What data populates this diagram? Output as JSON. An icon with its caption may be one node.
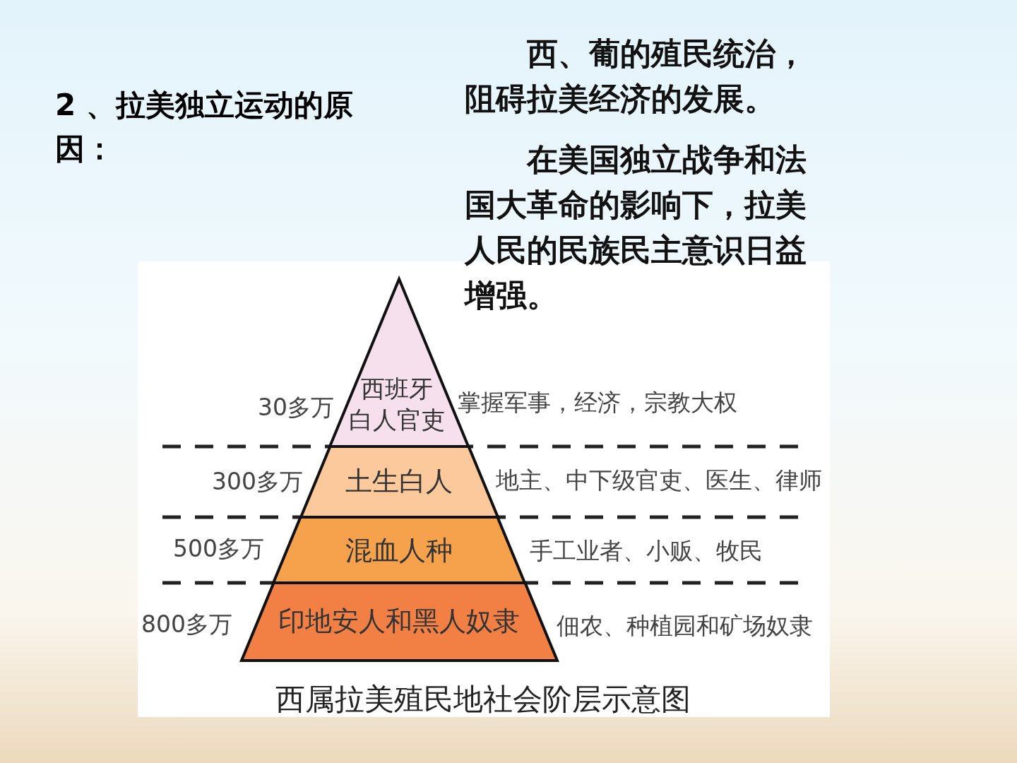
{
  "diagram": {
    "title": "2 、拉美独立运动的原因：",
    "caption": "西属拉美殖民地社会阶层示意图",
    "nodes": [
      {
        "text": [
          "西班牙白人官吏"
        ],
        "beside": [
          "30多万",
          "掌握军事，经济，宗教大权"
        ]
      },
      {
        "text": [
          "土生白人"
        ],
        "beside": [
          "300多万",
          "地主、中下级官吏、医生、律师"
        ]
      },
      {
        "text": [
          "混血人种"
        ],
        "beside": [
          "500多万",
          "手工业者、小贩、牧民"
        ]
      },
      {
        "text": [
          "印地安人和黑人奴隶"
        ],
        "beside": [
          "800多万",
          "佃农、种植园和矿场奴隶"
        ]
      }
    ],
    "labels": [
      "西、葡的殖民统治，阻碍拉美经济的发展。",
      "在美国独立战争和法国大革命的影响下，拉美人民的民族民主意识日益增强。"
    ]
  }
}
